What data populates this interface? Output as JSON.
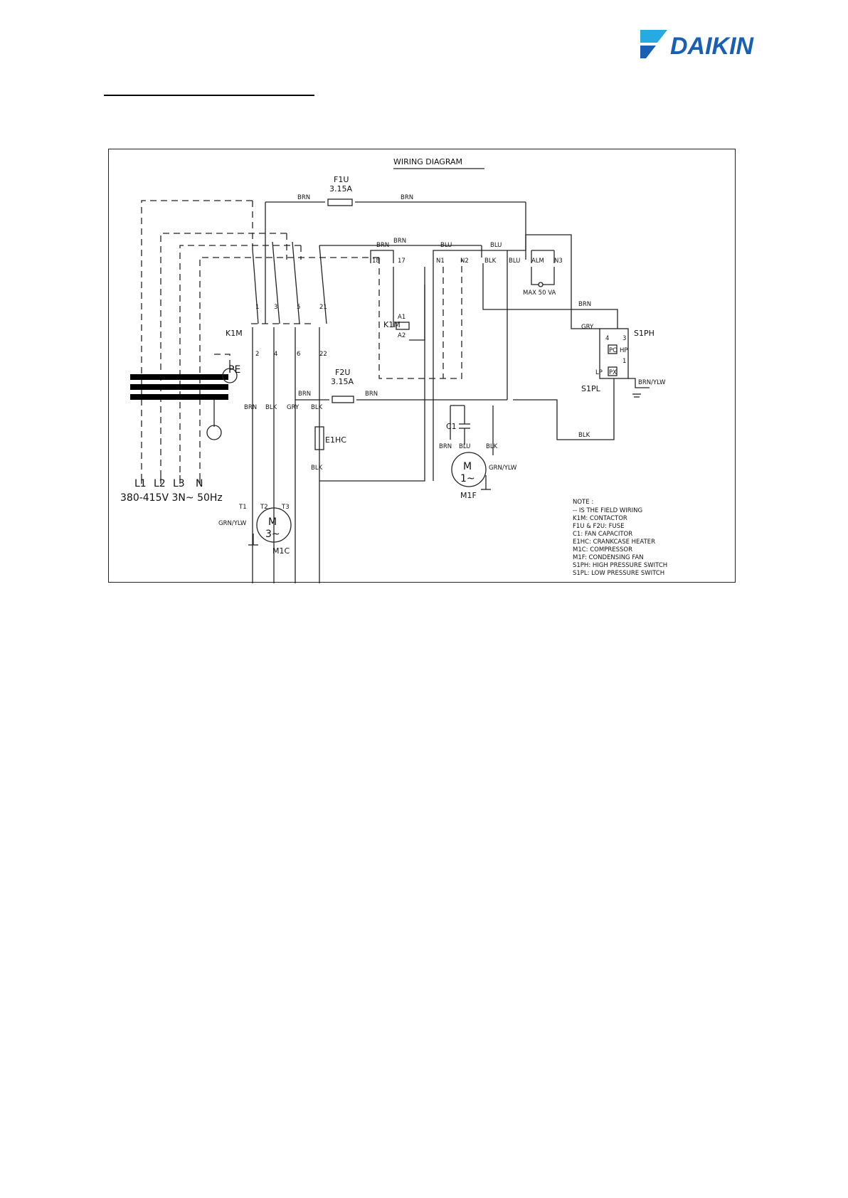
{
  "brand": {
    "name": "DAIKIN",
    "color": "#1a5fb4",
    "accent": "#27a9e1"
  },
  "diagram": {
    "title": "WIRING DIAGRAM",
    "fuse_f1u": {
      "name": "F1U",
      "rating": "3.15A"
    },
    "fuse_f2u": {
      "name": "F2U",
      "rating": "3.15A"
    },
    "contactor": {
      "name": "K1M",
      "terminals_top": [
        "1",
        "3",
        "5",
        "21"
      ],
      "terminals_bottom": [
        "2",
        "4",
        "6",
        "22"
      ],
      "coil": "K1M",
      "coil_a1": "A1",
      "coil_a2": "A2"
    },
    "terminal_block": [
      "18",
      "17",
      "N1",
      "N2",
      "BLK",
      "BLU",
      "ALM",
      "N3"
    ],
    "alarm_note": "MAX 50 VA",
    "wires": {
      "brn": "BRN",
      "blu": "BLU",
      "blk": "BLK",
      "gry": "GRY",
      "grn_ylw": "GRN/YLW",
      "brn_ylw": "BRN/YLW"
    },
    "compressor": {
      "name": "M1C",
      "symbol": "M",
      "phase": "3~",
      "terminals": [
        "T1",
        "T2",
        "T3"
      ]
    },
    "fan_motor": {
      "name": "M1F",
      "symbol": "M",
      "phase": "1~"
    },
    "heater": "E1HC",
    "capacitor": "C1",
    "pressure_switch": {
      "high": "S1PH",
      "low": "S1PL",
      "hp": "HP",
      "lp": "LP",
      "pc": "PC",
      "px": "PX",
      "contacts": [
        "4",
        "3",
        "1"
      ]
    },
    "earth": "PE",
    "supply": {
      "lines": [
        "L1",
        "L2",
        "L3",
        "N"
      ],
      "rating": "380-415V 3N~ 50Hz"
    },
    "notes": [
      "NOTE :",
      "-- IS THE FIELD WIRING",
      "K1M: CONTACTOR",
      "F1U & F2U: FUSE",
      "C1: FAN CAPACITOR",
      "E1HC: CRANKCASE HEATER",
      "M1C: COMPRESSOR",
      "M1F: CONDENSING FAN",
      "S1PH: HIGH PRESSURE SWITCH",
      "S1PL: LOW PRESSURE SWITCH"
    ]
  }
}
